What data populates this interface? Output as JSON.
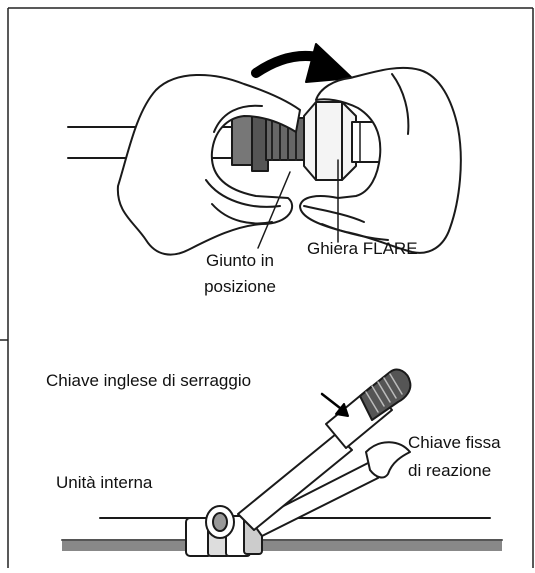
{
  "figure": {
    "labels": {
      "joint_line1": "Giunto in",
      "joint_line2": "posizione",
      "flare_nut": "Ghiera FLARE",
      "torque_wrench": "Chiave inglese di serraggio",
      "fixed_wrench_line1": "Chiave fissa",
      "fixed_wrench_line2": "di reazione",
      "indoor_unit": "Unità interna"
    }
  }
}
